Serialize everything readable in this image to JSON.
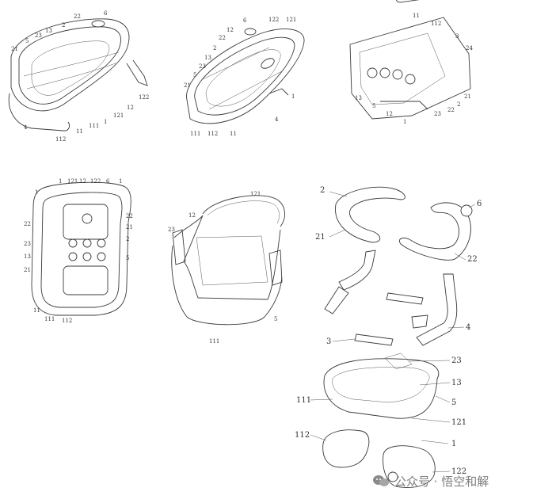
{
  "colors": {
    "line": "#3a3a3a",
    "background": "#ffffff",
    "watermark": "#7d7d7d"
  },
  "fig1_labels": {
    "l22": "22",
    "l6": "6",
    "l2": "2",
    "l13": "13",
    "l23": "23",
    "l5": "5",
    "l21": "21",
    "l122": "122",
    "l12": "12",
    "l121": "121",
    "l1": "1",
    "l11": "11",
    "l111": "111",
    "l4": "4",
    "l112": "112"
  },
  "fig2_labels": {
    "l6": "6",
    "l122": "122",
    "l121": "121",
    "l12": "12",
    "l22": "22",
    "l2": "2",
    "l13": "13",
    "l23": "23",
    "l5": "5",
    "l21": "21",
    "l1": "1",
    "l4": "4",
    "l111": "111",
    "l112": "112",
    "l11": "11"
  },
  "fig3_labels": {
    "l11": "11",
    "l112": "112",
    "l3": "3",
    "l24": "24",
    "l13": "13",
    "l5": "5",
    "l12": "12",
    "l1": "1",
    "l23": "23",
    "l22": "22",
    "l2": "2",
    "l21": "21"
  },
  "fig4_labels": {
    "l1": "1",
    "l121": "121",
    "l12": "12",
    "l122": "122",
    "l6": "6",
    "l1b": "1",
    "l22": "22",
    "l21": "21",
    "l2": "2",
    "l5": "5",
    "l23": "23",
    "l13": "13",
    "l11": "11",
    "l111": "111",
    "l112": "112"
  },
  "fig5_labels": {
    "l121": "121",
    "l12": "12",
    "l23": "23",
    "l5": "5",
    "l111": "111"
  },
  "fig6_labels": {
    "l2": "2",
    "l6": "6",
    "l21": "21",
    "l22": "22",
    "l4": "4",
    "l3": "3",
    "l23": "23",
    "l13": "13",
    "l111": "111",
    "l5": "5",
    "l121": "121",
    "l1": "1",
    "l112": "112",
    "l122": "122"
  },
  "watermark": {
    "text": "公众号 · 悟空和解",
    "logo_icon": "wechat-official-account-icon"
  }
}
